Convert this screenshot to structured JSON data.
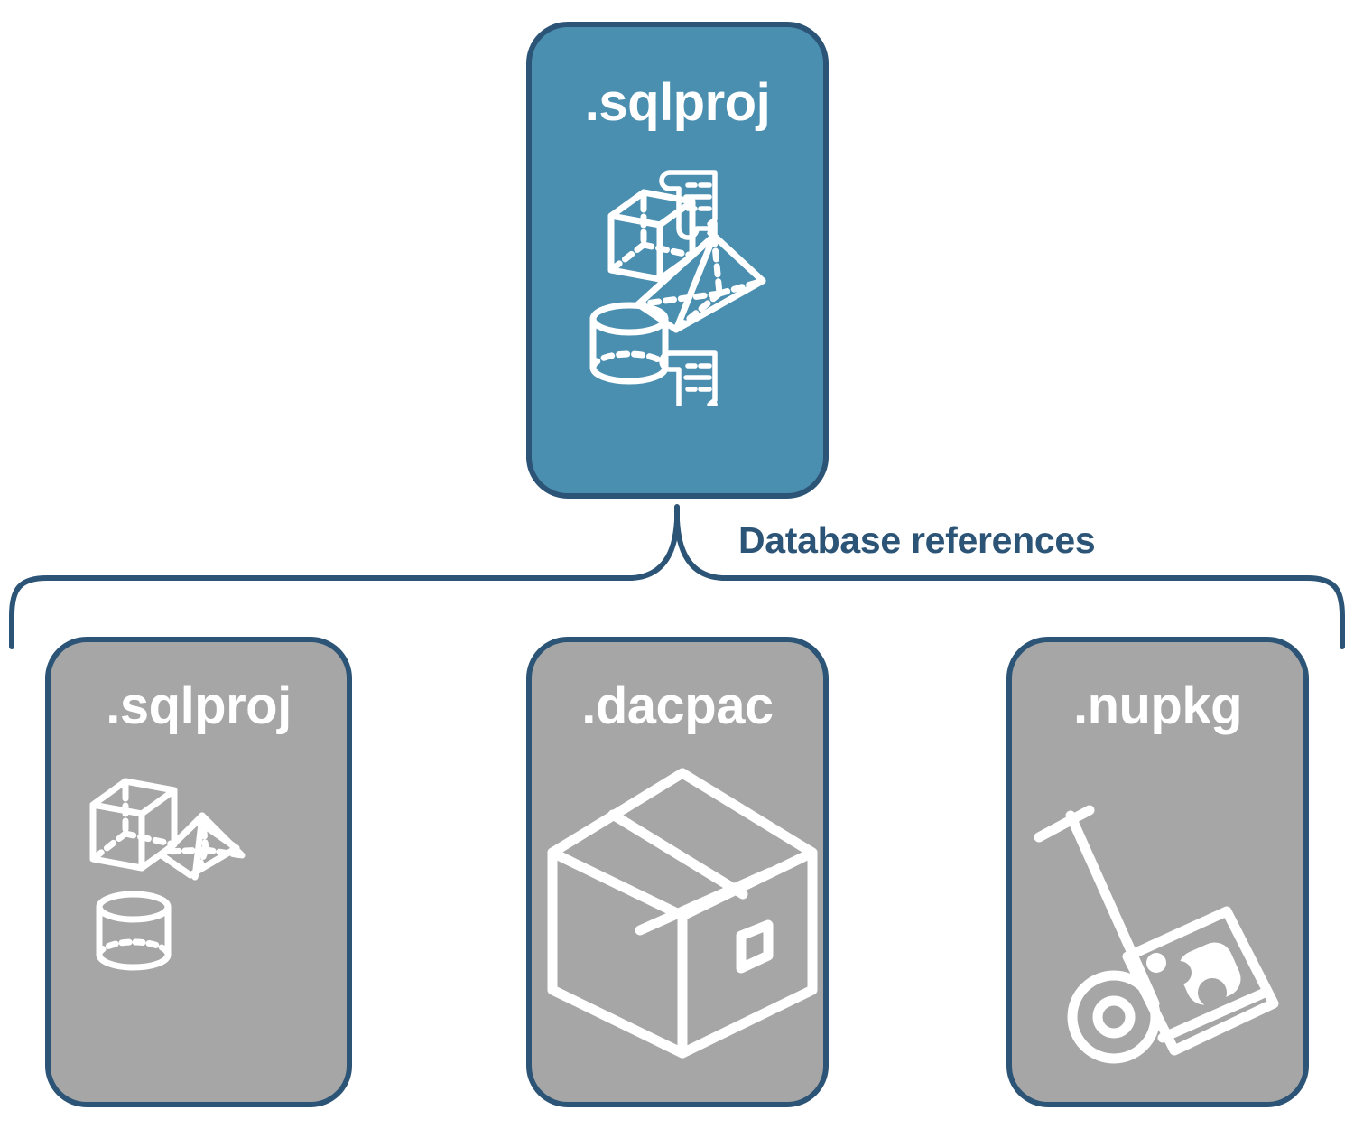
{
  "diagram": {
    "title_node": {
      "label": ".sqlproj",
      "fill": "#4a8fb0",
      "border": "#2c5476",
      "icons": [
        "cube-icon",
        "pyramid-icon",
        "cylinder-icon",
        "script-scroll-icon",
        "script-scroll-icon"
      ]
    },
    "connector": {
      "label": "Database references",
      "color": "#2c5476",
      "style": "curly-brace"
    },
    "children": [
      {
        "label": ".sqlproj",
        "fill": "#a6a6a6",
        "border": "#2c5476",
        "icons": [
          "cube-icon",
          "pyramid-icon",
          "cylinder-icon"
        ]
      },
      {
        "label": ".dacpac",
        "fill": "#a6a6a6",
        "border": "#2c5476",
        "icons": [
          "package-box-icon"
        ]
      },
      {
        "label": ".nupkg",
        "fill": "#a6a6a6",
        "border": "#2c5476",
        "icons": [
          "hand-truck-package-icon"
        ]
      }
    ]
  }
}
